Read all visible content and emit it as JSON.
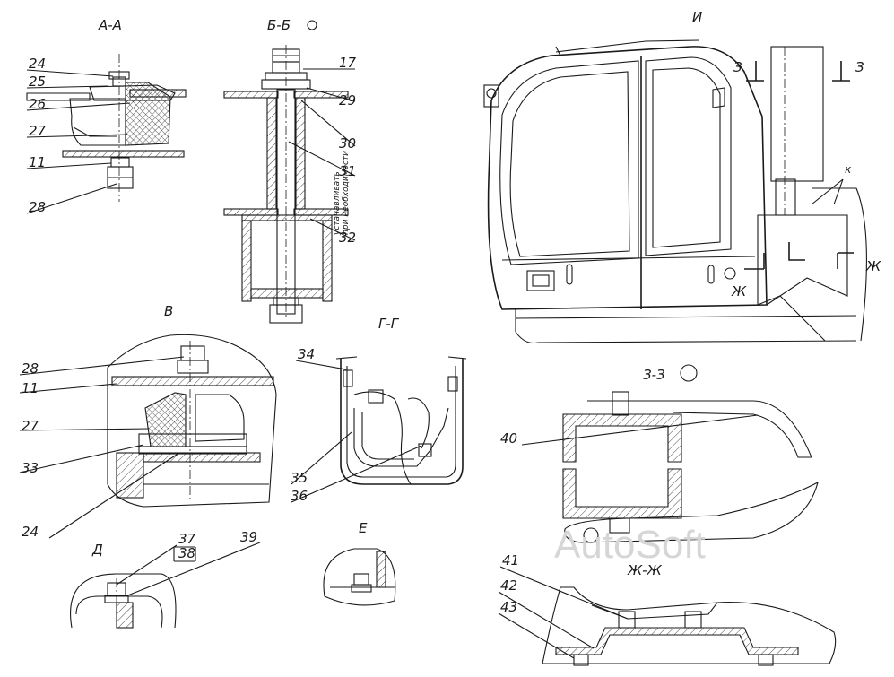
{
  "views": {
    "section_aa": "А-А",
    "section_bb": "Б-Б",
    "view_i": "И",
    "view_v": "В",
    "section_gg": "Г-Г",
    "section_zz": "З-З",
    "view_d": "Д",
    "view_e": "Е",
    "section_zhzh": "Ж-Ж"
  },
  "marks": {
    "cut_z": "З",
    "cut_zh": "Ж",
    "detail_k": "к"
  },
  "notes": {
    "install_line1": "устанавливать",
    "install_line2": "при необходимости"
  },
  "callouts": [
    "24",
    "25",
    "26",
    "27",
    "11",
    "28",
    "17",
    "29",
    "30",
    "31",
    "32",
    "28",
    "11",
    "27",
    "33",
    "24",
    "34",
    "35",
    "36",
    "37",
    "38",
    "39",
    "40",
    "41",
    "42",
    "43"
  ],
  "watermark": "AutoSoft"
}
